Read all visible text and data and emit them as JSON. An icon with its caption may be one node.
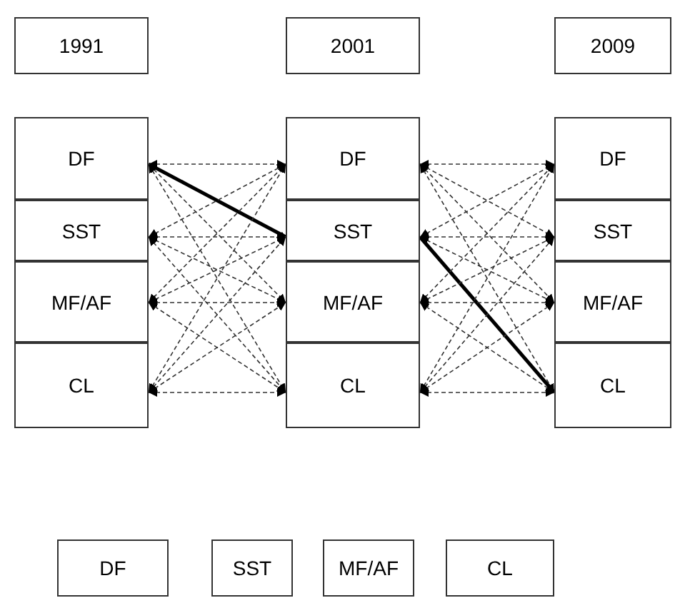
{
  "diagram": {
    "nodes": [
      {
        "text": [
          "1991"
        ]
      },
      {
        "text": [
          "2001"
        ]
      },
      {
        "text": [
          "2009"
        ]
      },
      {
        "text": [
          "DF"
        ]
      },
      {
        "text": [
          "SST"
        ]
      },
      {
        "text": [
          "MF/AF"
        ]
      },
      {
        "text": [
          "CL"
        ]
      },
      {
        "text": [
          "DF"
        ]
      },
      {
        "text": [
          "SST"
        ]
      },
      {
        "text": [
          "MF/AF"
        ]
      },
      {
        "text": [
          "CL"
        ]
      },
      {
        "text": [
          "DF"
        ]
      },
      {
        "text": [
          "SST"
        ]
      },
      {
        "text": [
          "MF/AF"
        ]
      },
      {
        "text": [
          "CL"
        ]
      },
      {
        "text": [
          "DF"
        ]
      },
      {
        "text": [
          "SST"
        ]
      },
      {
        "text": [
          "MF/AF"
        ]
      },
      {
        "text": [
          "CL"
        ]
      }
    ],
    "edges": [
      {
        "from": 3,
        "to": 7,
        "arrow": "both",
        "style": "dashed"
      },
      {
        "from": 3,
        "to": 8,
        "arrow": "to",
        "style": "thick"
      },
      {
        "from": 3,
        "to": 9,
        "arrow": "both",
        "style": "dashed"
      },
      {
        "from": 3,
        "to": 10,
        "arrow": "both",
        "style": "dashed"
      },
      {
        "from": 4,
        "to": 7,
        "arrow": "both",
        "style": "dashed"
      },
      {
        "from": 4,
        "to": 8,
        "arrow": "both",
        "style": "dashed"
      },
      {
        "from": 4,
        "to": 9,
        "arrow": "both",
        "style": "dashed"
      },
      {
        "from": 4,
        "to": 10,
        "arrow": "both",
        "style": "dashed"
      },
      {
        "from": 5,
        "to": 7,
        "arrow": "both",
        "style": "dashed"
      },
      {
        "from": 5,
        "to": 8,
        "arrow": "both",
        "style": "dashed"
      },
      {
        "from": 5,
        "to": 9,
        "arrow": "both",
        "style": "dashed"
      },
      {
        "from": 5,
        "to": 10,
        "arrow": "both",
        "style": "dashed"
      },
      {
        "from": 6,
        "to": 7,
        "arrow": "both",
        "style": "dashed"
      },
      {
        "from": 6,
        "to": 8,
        "arrow": "both",
        "style": "dashed"
      },
      {
        "from": 6,
        "to": 9,
        "arrow": "both",
        "style": "dashed"
      },
      {
        "from": 6,
        "to": 10,
        "arrow": "both",
        "style": "dashed"
      },
      {
        "from": 7,
        "to": 11,
        "arrow": "both",
        "style": "dashed"
      },
      {
        "from": 7,
        "to": 12,
        "arrow": "both",
        "style": "dashed"
      },
      {
        "from": 7,
        "to": 13,
        "arrow": "both",
        "style": "dashed"
      },
      {
        "from": 7,
        "to": 14,
        "arrow": "both",
        "style": "dashed"
      },
      {
        "from": 8,
        "to": 11,
        "arrow": "both",
        "style": "dashed"
      },
      {
        "from": 8,
        "to": 12,
        "arrow": "both",
        "style": "dashed"
      },
      {
        "from": 8,
        "to": 13,
        "arrow": "both",
        "style": "dashed"
      },
      {
        "from": 8,
        "to": 14,
        "arrow": "to",
        "style": "thick"
      },
      {
        "from": 9,
        "to": 11,
        "arrow": "both",
        "style": "dashed"
      },
      {
        "from": 9,
        "to": 12,
        "arrow": "both",
        "style": "dashed"
      },
      {
        "from": 9,
        "to": 13,
        "arrow": "both",
        "style": "dashed"
      },
      {
        "from": 9,
        "to": 14,
        "arrow": "both",
        "style": "dashed"
      },
      {
        "from": 10,
        "to": 11,
        "arrow": "both",
        "style": "dashed"
      },
      {
        "from": 10,
        "to": 12,
        "arrow": "both",
        "style": "dashed"
      },
      {
        "from": 10,
        "to": 13,
        "arrow": "both",
        "style": "dashed"
      },
      {
        "from": 10,
        "to": 14,
        "arrow": "both",
        "style": "dashed"
      }
    ]
  }
}
